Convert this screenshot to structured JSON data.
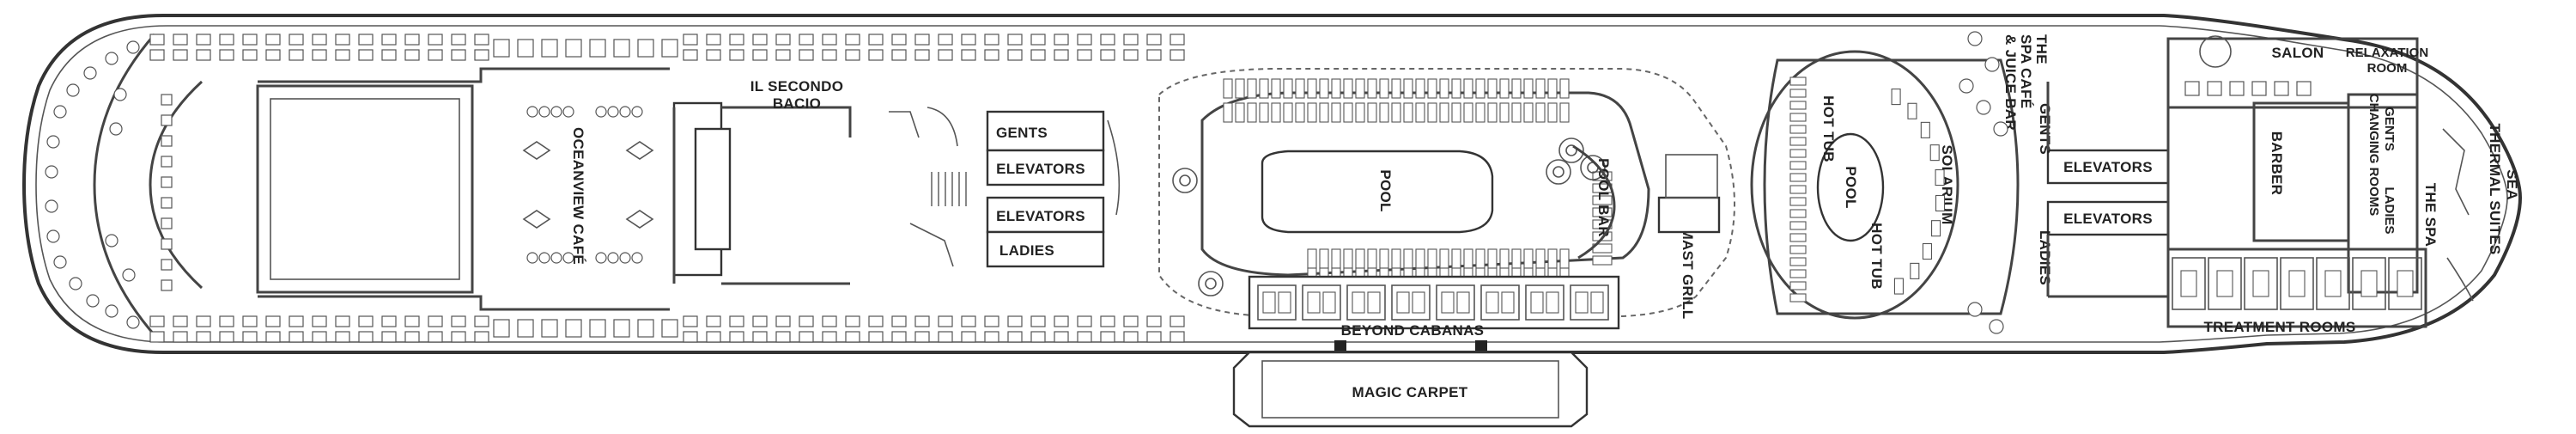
{
  "labels": {
    "oceanview_cafe": "OCEANVIEW CAFÉ",
    "il_secondo_bacio_1": "IL SECONDO",
    "il_secondo_bacio_2": "BACIO",
    "gents_fwd": "GENTS",
    "elevators_fwd_1": "ELEVATORS",
    "elevators_fwd_2": "ELEVATORS",
    "ladies_fwd": "LADIES",
    "pool": "POOL",
    "pool_bar": "POOL BAR",
    "beyond_cabanas": "BEYOND CABANAS",
    "magic_carpet": "MAGIC CARPET",
    "mast_grill": "MAST GRILL",
    "hot_tub_1": "HOT TUB",
    "hot_tub_2": "HOT TUB",
    "solarium_pool": "POOL",
    "solarium": "SOLARIUM",
    "spa_cafe_1": "THE",
    "spa_cafe_2": "SPA CAFÉ",
    "spa_cafe_3": "& JUICE BAR",
    "gents_aft": "GENTS",
    "elevators_aft_1": "ELEVATORS",
    "elevators_aft_2": "ELEVATORS",
    "ladies_aft": "LADIES",
    "salon": "SALON",
    "relaxation_room_1": "RELAXATION",
    "relaxation_room_2": "ROOM",
    "barber": "BARBER",
    "gents_changing_1": "GENTS",
    "gents_changing_2": "CHANGING ROOMS",
    "ladies_changing": "LADIES",
    "the_spa": "THE SPA",
    "sea_thermal_1": "SEA",
    "sea_thermal_2": "THERMAL SUITES",
    "treatment_rooms": "TREATMENT ROOMS"
  },
  "colors": {
    "line": "#333333",
    "background": "#ffffff",
    "accent_dark": "#222222"
  }
}
